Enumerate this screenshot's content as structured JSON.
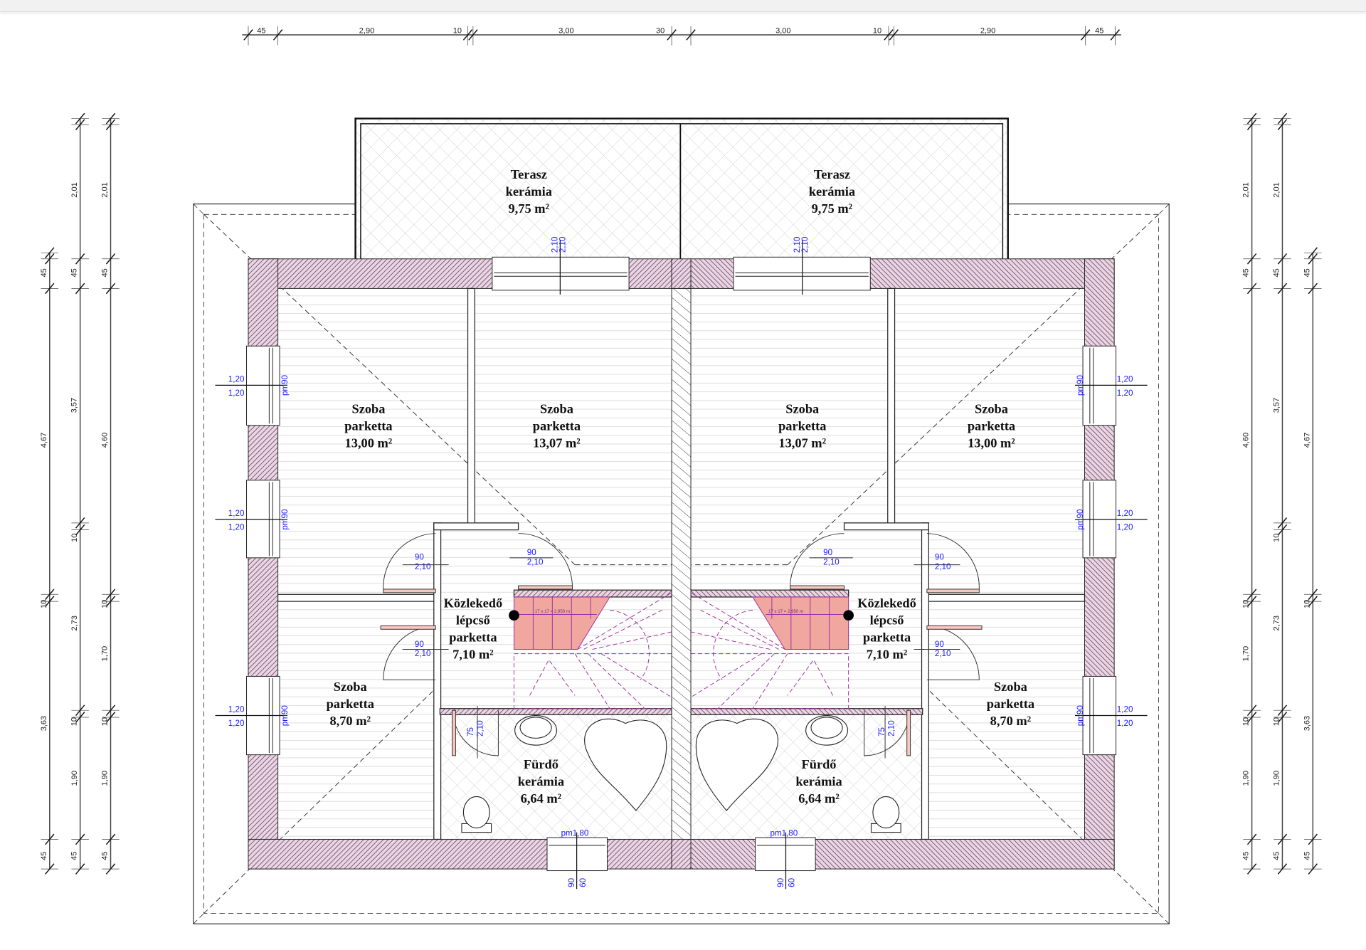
{
  "top_dims": [
    "45",
    "2,90",
    "10",
    "3,00",
    "30",
    "3,00",
    "10",
    "2,90",
    "45"
  ],
  "left_dims": [
    [
      "45",
      "4,67",
      "10",
      "3,63",
      "45"
    ],
    [
      "2,01",
      "45",
      "3,57",
      "10",
      "2,73",
      "10",
      "1,90",
      "45"
    ],
    [
      "2,01",
      "45",
      "4,60",
      "10",
      "1,70",
      "10",
      "1,90",
      "45"
    ]
  ],
  "right_dims": [
    [
      "2,01",
      "45",
      "4,60",
      "10",
      "1,70",
      "10",
      "1,90",
      "45"
    ],
    [
      "2,01",
      "45",
      "3,57",
      "10",
      "2,73",
      "10",
      "1,90",
      "45"
    ],
    [
      "45",
      "4,67",
      "10",
      "3,63",
      "45"
    ]
  ],
  "rooms": {
    "terrace_left": [
      "Terasz",
      "kerámia",
      "9,75 m²"
    ],
    "terrace_right": [
      "Terasz",
      "kerámia",
      "9,75 m²"
    ],
    "bedroom_1": [
      "Szoba",
      "parketta",
      "13,00 m²"
    ],
    "bedroom_2": [
      "Szoba",
      "parketta",
      "13,07 m²"
    ],
    "bedroom_3": [
      "Szoba",
      "parketta",
      "13,07 m²"
    ],
    "bedroom_4": [
      "Szoba",
      "parketta",
      "13,00 m²"
    ],
    "hall_left": [
      "Közlekedő",
      "lépcső",
      "parketta",
      "7,10 m²"
    ],
    "hall_right": [
      "Közlekedő",
      "lépcső",
      "parketta",
      "7,10 m²"
    ],
    "bedroom_5": [
      "Szoba",
      "parketta",
      "8,70 m²"
    ],
    "bedroom_6": [
      "Szoba",
      "parketta",
      "8,70 m²"
    ],
    "bath_left": [
      "Fürdő",
      "kerámia",
      "6,64 m²"
    ],
    "bath_right": [
      "Fürdő",
      "kerámia",
      "6,64 m²"
    ]
  },
  "window_labels": {
    "width": "1,20",
    "height": "1,20",
    "sill": "pm90"
  },
  "door_labels": {
    "width": "90",
    "height": "2,10"
  },
  "bath_door_labels": {
    "width": "75",
    "height": "2,10"
  },
  "terrace_door_labels": {
    "a": "2,10",
    "b": "2,10"
  },
  "bottom_window_labels": {
    "sill": "pm1,80",
    "width": "90",
    "height": "60"
  },
  "stair_label": "17 x 17 = 2,950 m",
  "colors": {
    "wall_hatch": "#6b4a6b",
    "wall_fill": "#ead6e2",
    "stair_fill": "#f0a7a0",
    "stair_line": "#a030a0",
    "annotation": "#1a1aff"
  }
}
